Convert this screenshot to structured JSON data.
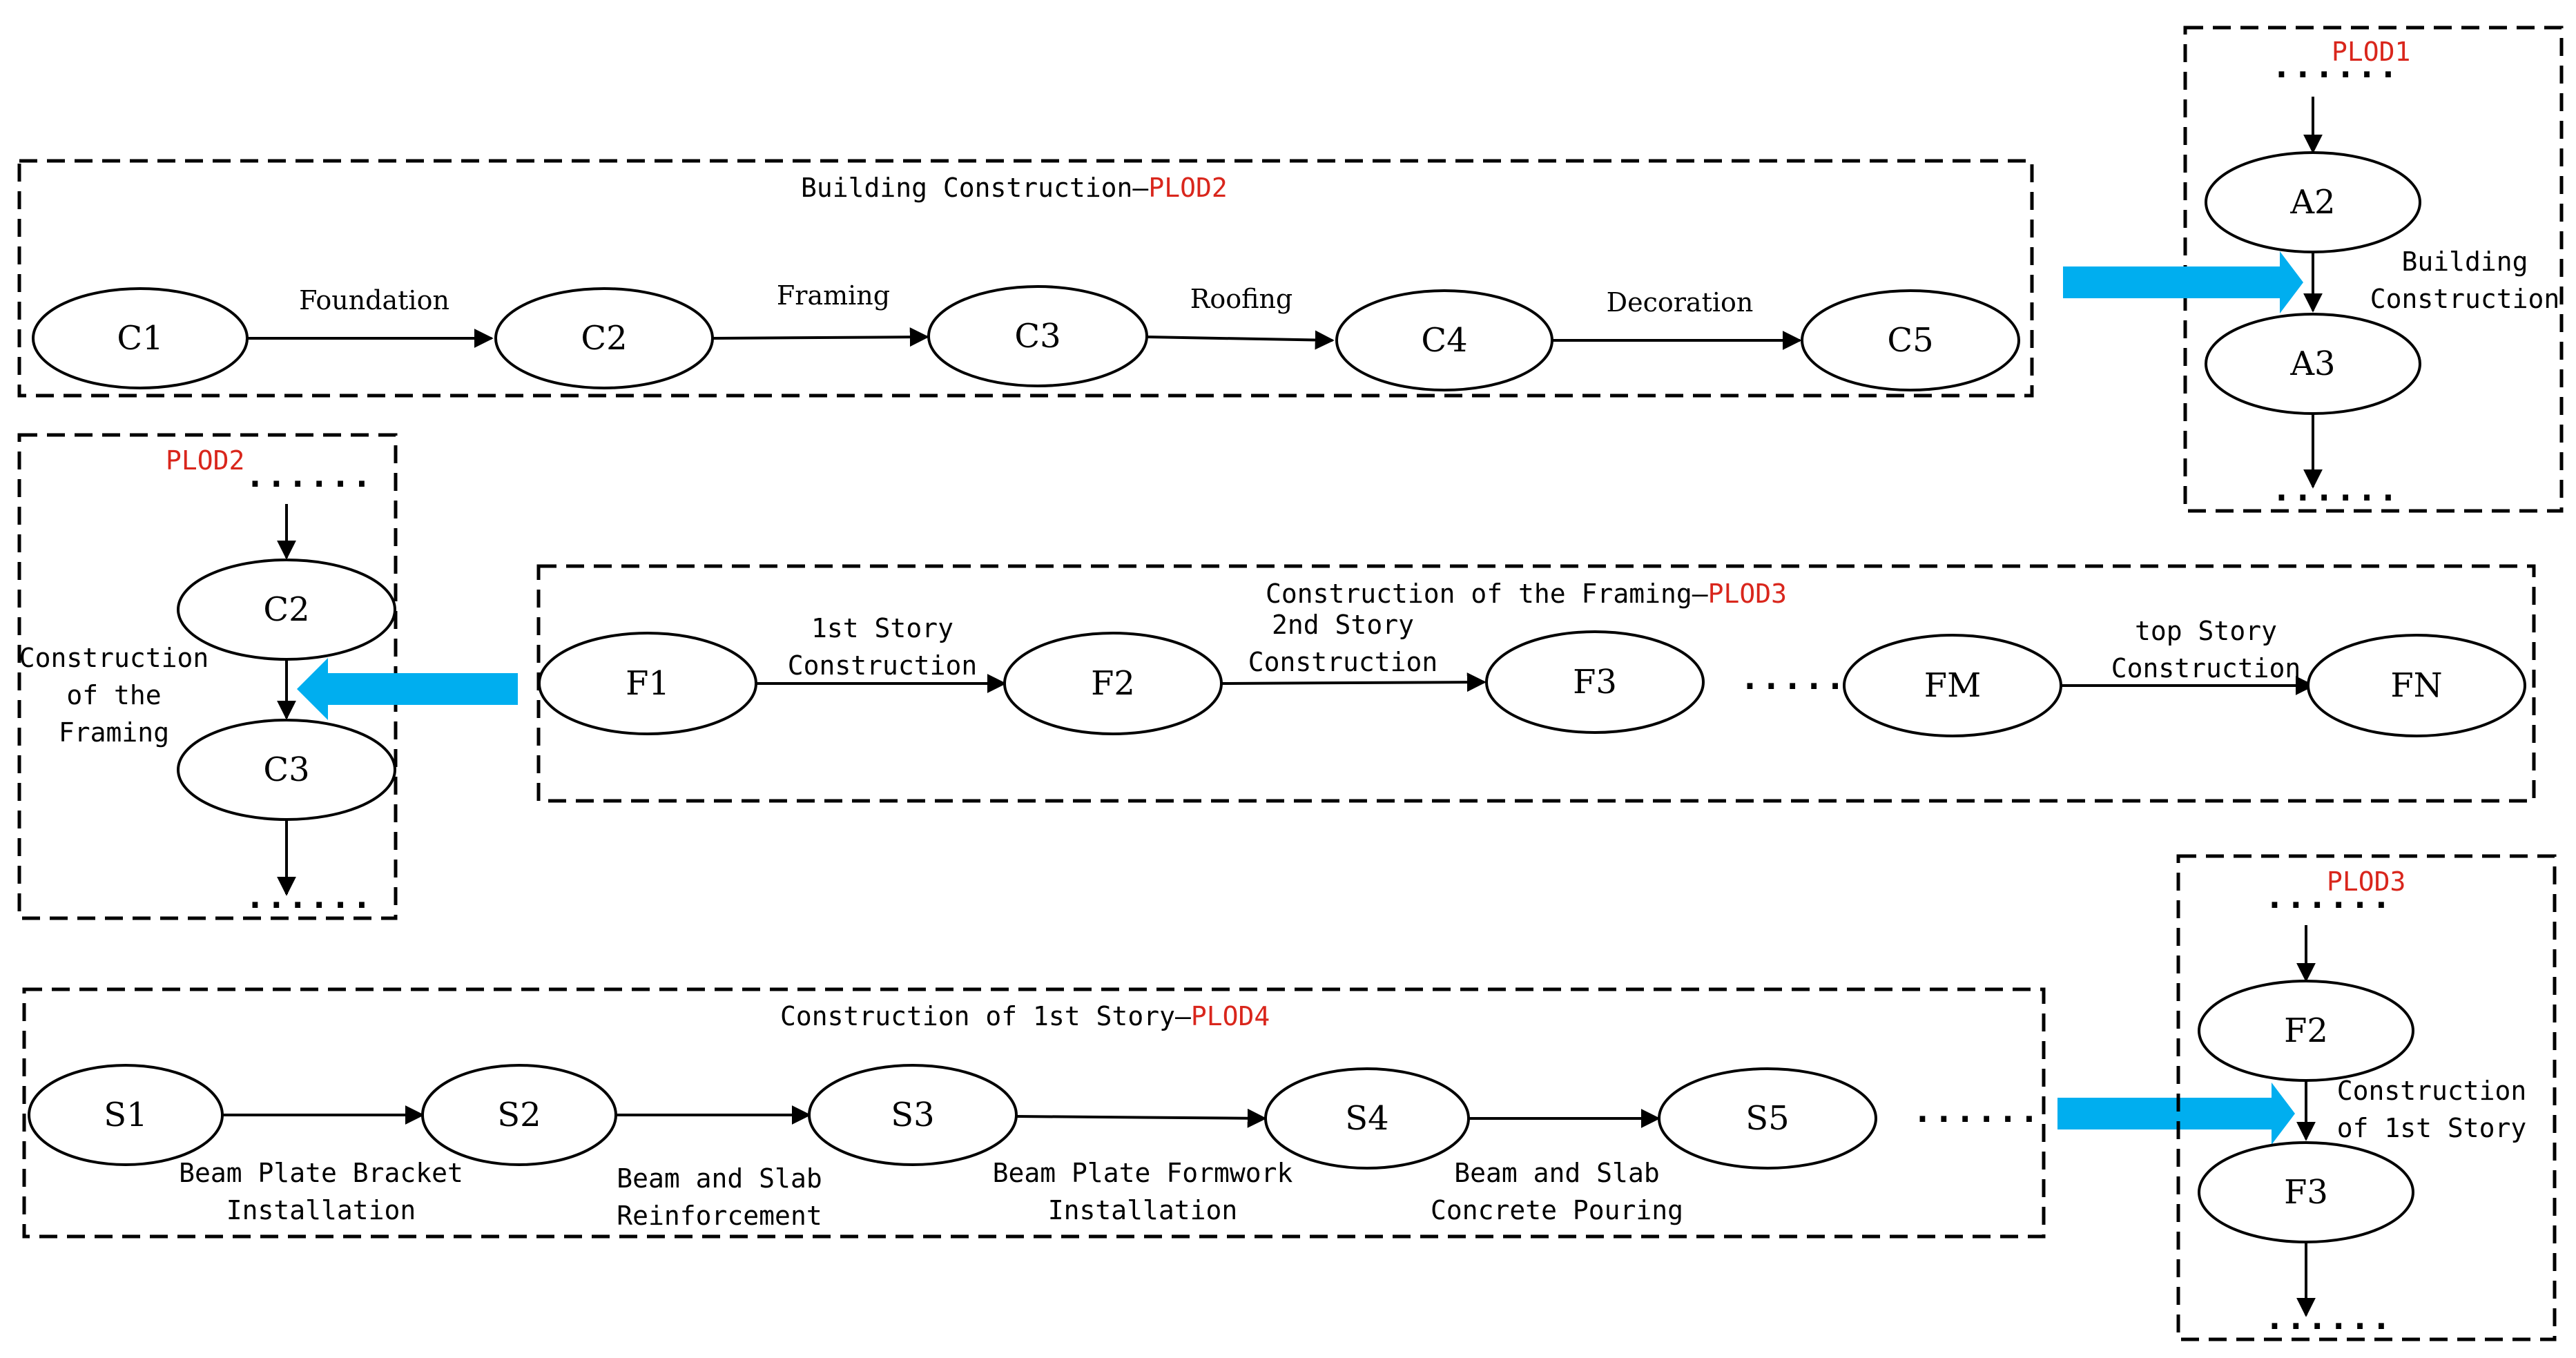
{
  "colors": {
    "accent_red": "#d9261c",
    "accent_blue": "#00aeef",
    "stroke": "#000000"
  },
  "ellipsis": "......",
  "panel_building": {
    "title": "Building Construction—",
    "plod": "PLOD2",
    "nodes": [
      "C1",
      "C2",
      "C3",
      "C4",
      "C5"
    ],
    "edges": [
      "Foundation",
      "Framing",
      "Roofing",
      "Decoration"
    ]
  },
  "panel_plod1": {
    "plod": "PLOD1",
    "nodes": [
      "A2",
      "A3"
    ],
    "label_line1": "Building",
    "label_line2": "Construction"
  },
  "panel_plod2_detail": {
    "plod": "PLOD2",
    "nodes": [
      "C2",
      "C3"
    ],
    "label_line1": "Construction",
    "label_line2": "of the",
    "label_line3": "Framing"
  },
  "panel_framing": {
    "title": "Construction of the Framing—",
    "plod": "PLOD3",
    "nodes": [
      "F1",
      "F2",
      "F3",
      "FM",
      "FN"
    ],
    "edges": [
      {
        "line1": "1st Story",
        "line2": "Construction"
      },
      {
        "line1": "2nd Story",
        "line2": "Construction"
      },
      {
        "line1": "top Story",
        "line2": "Construction"
      }
    ]
  },
  "panel_story": {
    "title": "Construction of 1st Story—",
    "plod": "PLOD4",
    "nodes": [
      "S1",
      "S2",
      "S3",
      "S4",
      "S5"
    ],
    "edges": [
      {
        "line1": "Beam Plate Bracket",
        "line2": "Installation"
      },
      {
        "line1": "Beam and Slab",
        "line2": "Reinforcement"
      },
      {
        "line1": "Beam Plate Formwork",
        "line2": "Installation"
      },
      {
        "line1": "Beam and Slab",
        "line2": "Concrete Pouring"
      }
    ]
  },
  "panel_plod3_detail": {
    "plod": "PLOD3",
    "nodes": [
      "F2",
      "F3"
    ],
    "label_line1": "Construction",
    "label_line2": "of 1st Story"
  }
}
